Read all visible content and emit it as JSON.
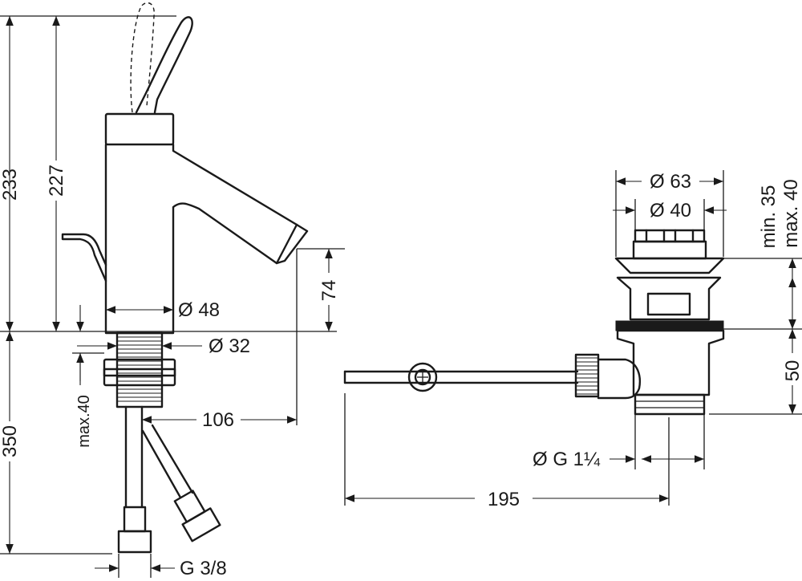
{
  "faucet": {
    "height_total": "233",
    "height_spout": "227",
    "spout_height": "74",
    "body_diameter": "Ø 48",
    "shank_diameter": "Ø 32",
    "reach": "106",
    "below_counter": "350",
    "max_counter": "max.40",
    "connection": "G 3/8"
  },
  "waste": {
    "flange_diameter": "Ø 63",
    "plug_diameter": "Ø 40",
    "plug_travel": "min. 35\nmax. 40",
    "plug_travel_min": "min. 35",
    "plug_travel_max": "max. 40",
    "body_height": "50",
    "thread": "Ø G 1¼",
    "rod_length": "195"
  }
}
